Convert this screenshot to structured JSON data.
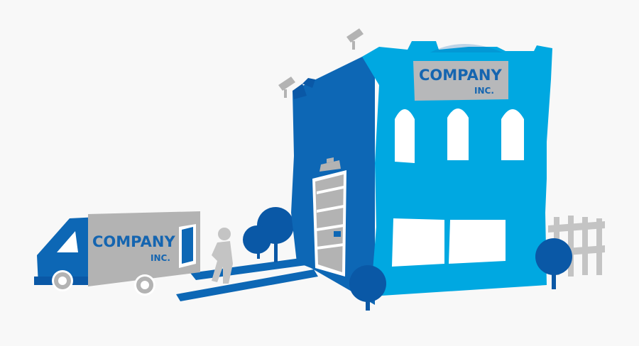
{
  "building_sign": {
    "line1": "COMPANY",
    "line2": "INC."
  },
  "truck_sign": {
    "line1": "COMPANY",
    "line2": "INC."
  },
  "colors": {
    "building_front": "#00a8e1",
    "building_side": "#0d67b5",
    "dark_blue": "#0a58a6",
    "sign_panel": "#b7b8ba",
    "sign_text": "#1565b0",
    "truck_body": "#b3b3b3",
    "window_white": "#ffffff",
    "fence": "#c4c4c4"
  }
}
